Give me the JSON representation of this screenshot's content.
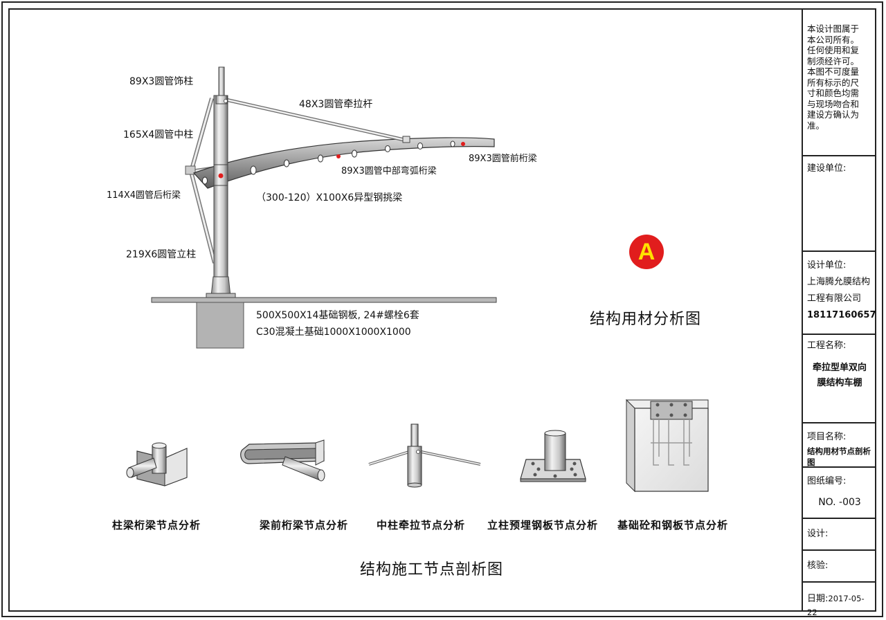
{
  "labels": {
    "decor_column": "89X3圆管饰柱",
    "tie_rod": "48X3圆管牵拉杆",
    "mid_column": "165X4圆管中柱",
    "front_beam": "89X3圆管前桁梁",
    "arc_beam": "89X3圆管中部弯弧桁梁",
    "back_beam": "114X4圆管后桁梁",
    "cantilever": "（300-120）X100X6异型钢挑梁",
    "main_column": "219X6圆管立柱",
    "base_plate": "500X500X14基础钢板, 24#螺栓6套",
    "foundation": "C30混凝土基础1000X1000X1000"
  },
  "badge": "A",
  "titles": {
    "material": "结构用材分析图",
    "nodes": "结构施工节点剖析图"
  },
  "nodes": [
    "柱梁桁梁节点分析",
    "梁前桁梁节点分析",
    "中柱牵拉节点分析",
    "立柱预埋钢板节点分析",
    "基础砼和钢板节点分析"
  ],
  "title_block": {
    "notice": [
      "本设计图属于",
      "本公司所有。",
      "任何使用和复",
      "制须经许可。",
      "本图不可度量",
      "所有标示的尺",
      "寸和颜色均需",
      "与现场吻合和",
      "建设方确认为",
      "准。"
    ],
    "client_label": "建设单位:",
    "designer_label": "设计单位:",
    "designer_lines": [
      "上海腾允膜结构",
      "工程有限公司",
      "18117160657"
    ],
    "project_label": "工程名称:",
    "project_lines": [
      "牵拉型单双向",
      "膜结构车棚"
    ],
    "item_label": "项目名称:",
    "item_value": "结构用材节点剖析图",
    "drawing_no_label": "图纸编号:",
    "drawing_no": "NO. -003",
    "design_label": "设计:",
    "check_label": "核验:",
    "date_label": "日期:",
    "date_value": "2017-05-22"
  },
  "colors": {
    "steel_light": "#e8e8e8",
    "steel_dark": "#7a7a7a",
    "concrete": "#b3b3b3",
    "accent_red": "#e11d1d",
    "badge_text": "#ffe100"
  }
}
